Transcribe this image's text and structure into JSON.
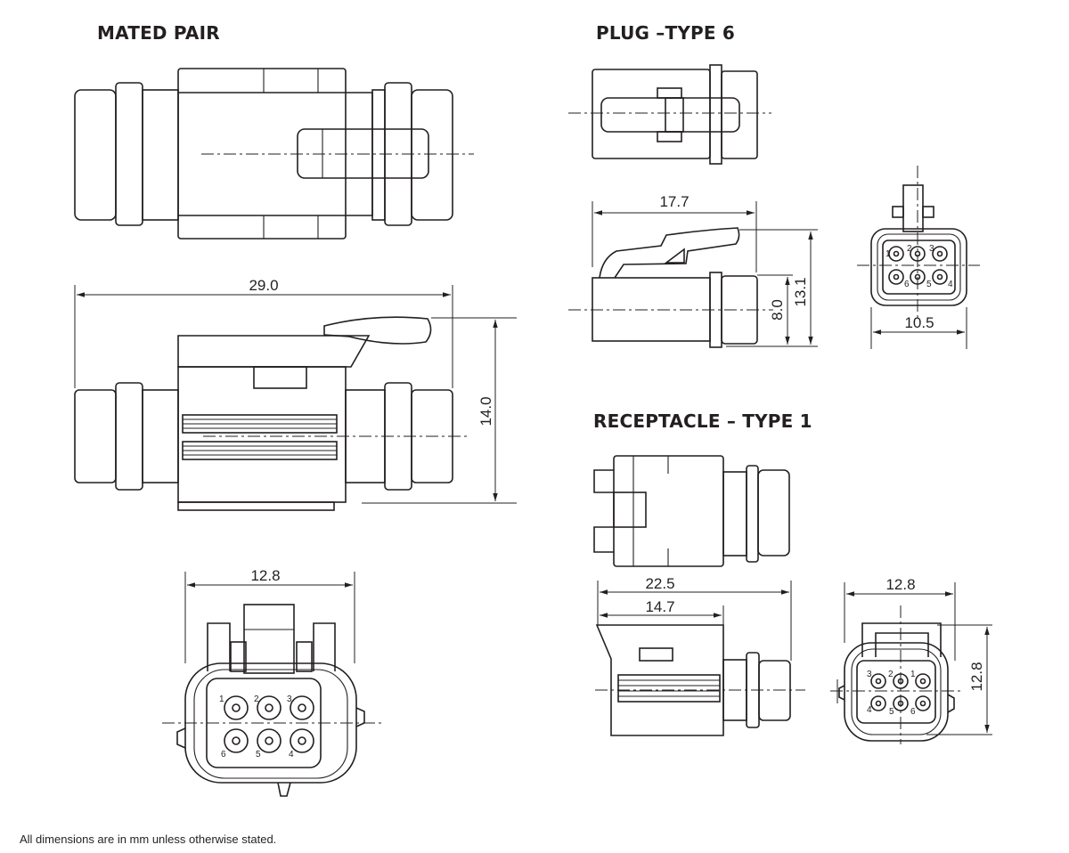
{
  "titles": {
    "mated_pair": "MATED PAIR",
    "plug": "PLUG –TYPE 6",
    "receptacle": "RECEPTACLE – TYPE 1"
  },
  "dimensions": {
    "mated_length": "29.0",
    "mated_height": "14.0",
    "mated_end_width": "12.8",
    "plug_length": "17.7",
    "plug_height_body": "8.0",
    "plug_height_total": "13.1",
    "plug_end_width": "10.5",
    "receptacle_length": "22.5",
    "receptacle_body_length": "14.7",
    "receptacle_end_width": "12.8",
    "receptacle_end_height": "12.8"
  },
  "pins": {
    "mated_end": [
      "1",
      "2",
      "3",
      "4",
      "5",
      "6"
    ],
    "plug_end": [
      "1",
      "2",
      "3",
      "4",
      "5",
      "6"
    ],
    "receptacle_end": [
      "1",
      "2",
      "3",
      "4",
      "5",
      "6"
    ]
  },
  "footnote": "All dimensions are in mm unless otherwise stated.",
  "colors": {
    "line": "#231f20",
    "background": "#ffffff"
  }
}
